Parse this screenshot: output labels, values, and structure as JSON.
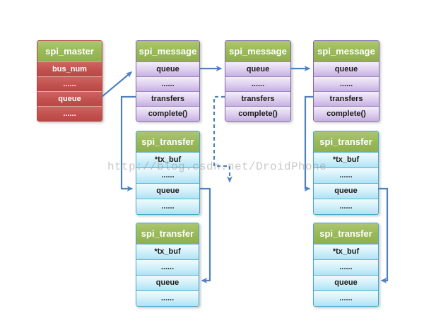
{
  "watermark": "http://blog.csdn.net/DroidPhone",
  "colors": {
    "header_green": "#9bbb59",
    "master_red": "#c0504d",
    "message_purple": "#d8c8ec",
    "transfer_cyan": "#c2eaf7",
    "connector_blue": "#4f81bd",
    "watermark_gray": "#8c8c8c"
  },
  "boxes": [
    {
      "title": "spi_master",
      "rows": [
        "bus_num",
        "......",
        "queue",
        "......"
      ]
    },
    {
      "title": "spi_message",
      "rows": [
        "queue",
        "......",
        "transfers",
        "complete()"
      ]
    },
    {
      "title": "spi_message",
      "rows": [
        "queue",
        "......",
        "transfers",
        "complete()"
      ]
    },
    {
      "title": "spi_message",
      "rows": [
        "queue",
        "......",
        "transfers",
        "complete()"
      ]
    },
    {
      "title": "spi_transfer",
      "rows": [
        "*tx_buf",
        "......",
        "queue",
        "......"
      ]
    },
    {
      "title": "spi_transfer",
      "rows": [
        "*tx_buf",
        "......",
        "queue",
        "......"
      ]
    },
    {
      "title": "spi_transfer",
      "rows": [
        "*tx_buf",
        "......",
        "queue",
        "......"
      ]
    },
    {
      "title": "spi_transfer",
      "rows": [
        "*tx_buf",
        "......",
        "queue",
        "......"
      ]
    }
  ],
  "connectors": [
    {
      "name": "master-queue-to-message1"
    },
    {
      "name": "message1-queue-to-message2"
    },
    {
      "name": "message2-queue-to-message3"
    },
    {
      "name": "message1-transfers-to-transfer"
    },
    {
      "name": "message2-transfers-dashed-continuation"
    },
    {
      "name": "message3-transfers-to-transfer"
    },
    {
      "name": "transfer-queue-to-next-transfer-left"
    },
    {
      "name": "transfer-queue-to-next-transfer-right"
    }
  ]
}
